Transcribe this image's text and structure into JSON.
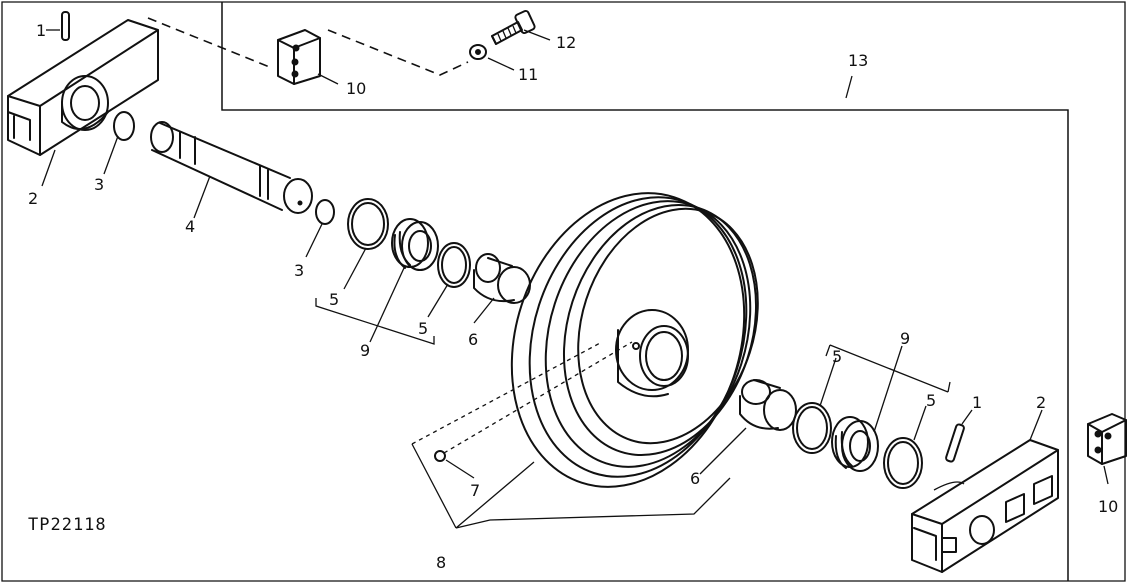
{
  "figure_id": "TP22118",
  "callouts": {
    "c1a": "1",
    "c1b": "1",
    "c2a": "2",
    "c2b": "2",
    "c3a": "3",
    "c3b": "3",
    "c4": "4",
    "c5a": "5",
    "c5b": "5",
    "c5c": "5",
    "c5d": "5",
    "c6a": "6",
    "c6b": "6",
    "c7": "7",
    "c8": "8",
    "c9a": "9",
    "c9b": "9",
    "c10a": "10",
    "c10b": "10",
    "c11": "11",
    "c12": "12",
    "c13": "13"
  }
}
